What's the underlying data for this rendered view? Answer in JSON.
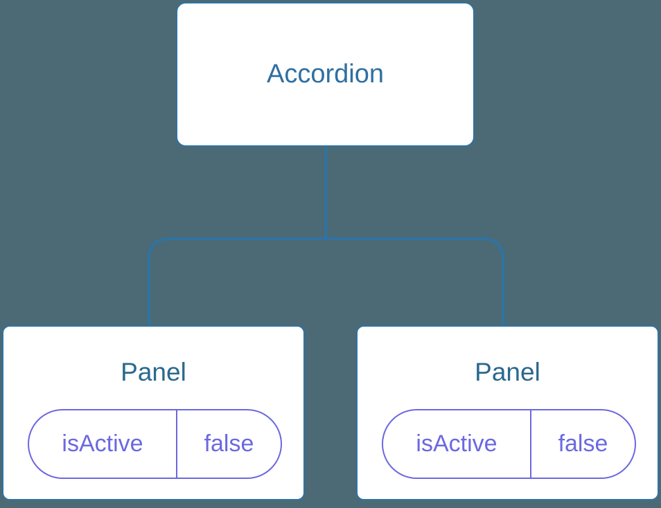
{
  "diagram": {
    "root": {
      "label": "Accordion"
    },
    "panels": [
      {
        "label": "Panel",
        "state_name": "isActive",
        "state_value": "false"
      },
      {
        "label": "Panel",
        "state_name": "isActive",
        "state_value": "false"
      }
    ],
    "colors": {
      "background": "#4C6A75",
      "connector": "#2F73A3",
      "root_label": "#2F6FA0",
      "panel_label": "#29688E",
      "state": "#6B68E0",
      "node_fill": "#FFFFFF"
    }
  }
}
